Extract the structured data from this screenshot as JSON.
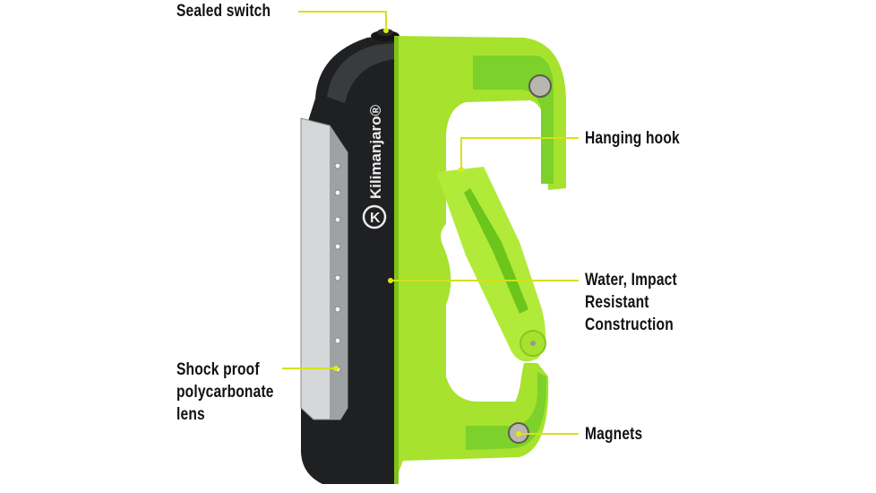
{
  "image": {
    "subject": "Kilimanjaro LED carabiner work light",
    "brand_text": "Kilimanjaro",
    "brand_mark": "®",
    "colors": {
      "body_green": "#a6e22e",
      "green_shadow": "#6cc51a",
      "housing_black": "#1e1f21",
      "lens_clear": "#d9dcdc",
      "callout_line": "#d4e21a",
      "label_text": "#111111",
      "background": "#ffffff"
    }
  },
  "callouts": [
    {
      "id": "sealed-switch",
      "lines": [
        "Sealed switch"
      ]
    },
    {
      "id": "hanging-hook",
      "lines": [
        "Hanging hook"
      ]
    },
    {
      "id": "water-impact",
      "lines": [
        "Water, Impact",
        "Resistant",
        "Construction"
      ]
    },
    {
      "id": "shock-proof-lens",
      "lines": [
        "Shock proof",
        "polycarbonate",
        "lens"
      ]
    },
    {
      "id": "magnets",
      "lines": [
        "Magnets"
      ]
    }
  ]
}
